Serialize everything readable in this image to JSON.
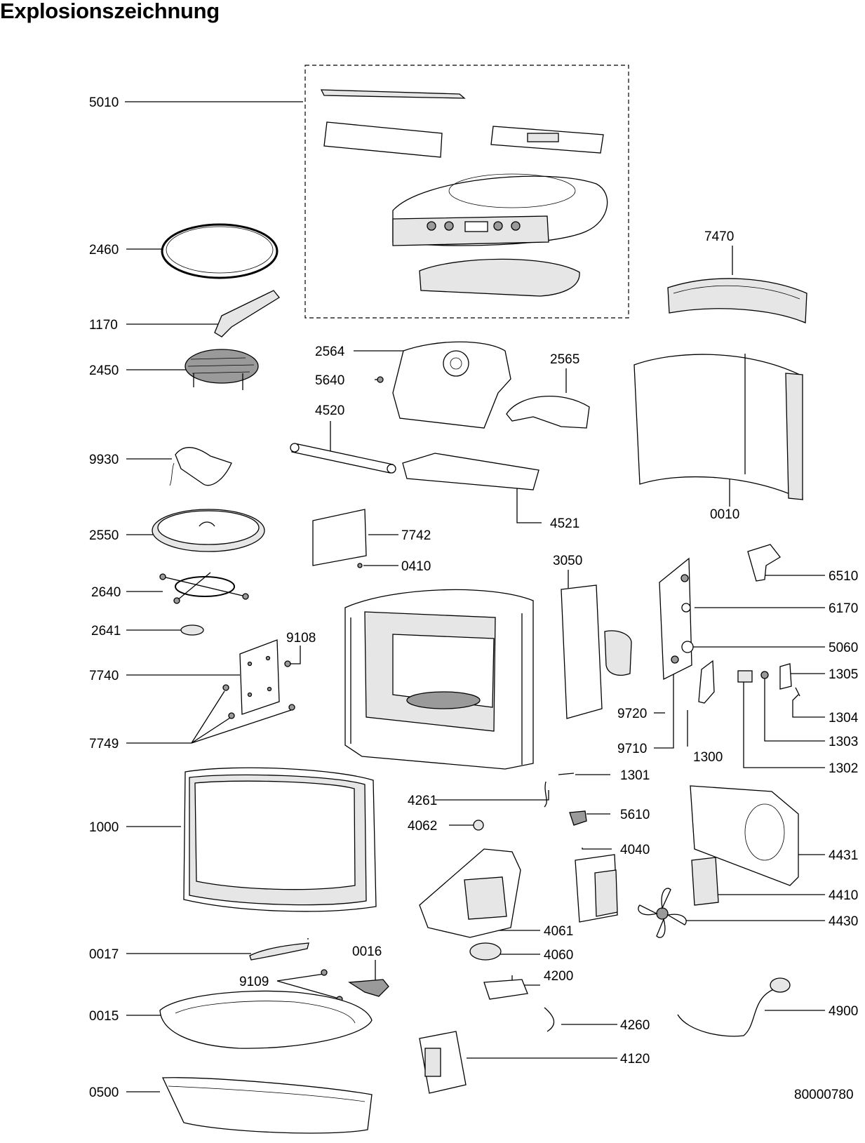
{
  "title": "Explosionszeichnung",
  "drawing_number": "80000780",
  "callouts": {
    "p5010": "5010",
    "p2460": "2460",
    "p1170": "1170",
    "p2450": "2450",
    "p9930": "9930",
    "p2550": "2550",
    "p2640": "2640",
    "p2641": "2641",
    "p7740": "7740",
    "p9108": "9108",
    "p7749": "7749",
    "p1000": "1000",
    "p0017": "0017",
    "p0016": "0016",
    "p9109": "9109",
    "p0015": "0015",
    "p0500": "0500",
    "p2564": "2564",
    "p5640": "5640",
    "p2565": "2565",
    "p4520": "4520",
    "p4521": "4521",
    "p7742": "7742",
    "p0410": "0410",
    "p7470": "7470",
    "p0010": "0010",
    "p3050": "3050",
    "p6510": "6510",
    "p6170": "6170",
    "p5060": "5060",
    "p1305": "1305",
    "p1304": "1304",
    "p1303": "1303",
    "p1302": "1302",
    "p1300": "1300",
    "p9720": "9720",
    "p9710": "9710",
    "p1301": "1301",
    "p4261": "4261",
    "p5610": "5610",
    "p4062": "4062",
    "p4040": "4040",
    "p4431": "4431",
    "p4410": "4410",
    "p4430": "4430",
    "p4061": "4061",
    "p4060": "4060",
    "p4200": "4200",
    "p4260": "4260",
    "p4120": "4120",
    "p4900": "4900"
  }
}
